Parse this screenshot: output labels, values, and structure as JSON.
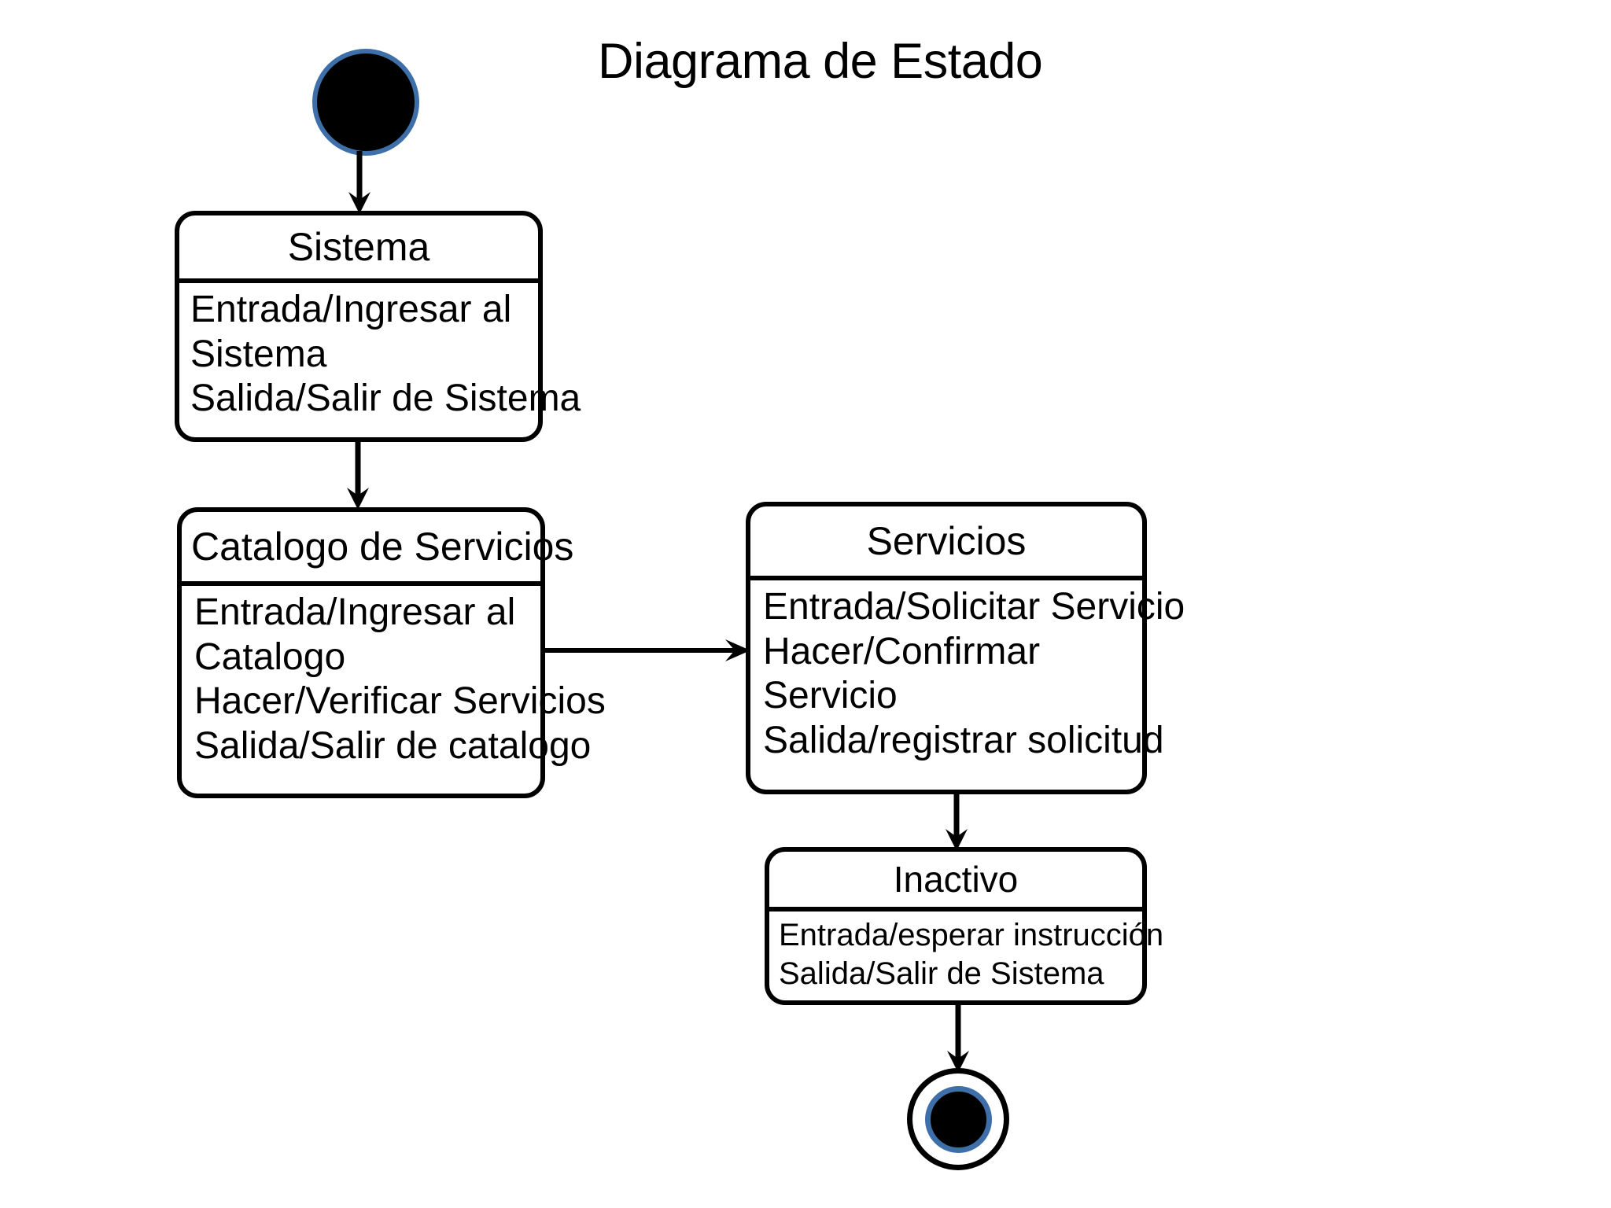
{
  "diagram": {
    "title": "Diagrama de Estado",
    "type": "uml-state-machine",
    "colors": {
      "stroke": "#000000",
      "fill": "#ffffff",
      "pseudostate_ring": "#3F6FA8",
      "pseudostate_fill": "#000000",
      "text": "#000000"
    },
    "pseudostates": [
      {
        "name": "initial-state",
        "kind": "initial"
      },
      {
        "name": "final-state",
        "kind": "final"
      }
    ],
    "states": [
      {
        "id": "sistema",
        "title": "Sistema",
        "lines": [
          "Entrada/Ingresar al",
          "Sistema",
          "Salida/Salir de Sistema"
        ]
      },
      {
        "id": "catalogo",
        "title": "Catalogo de Servicios",
        "lines": [
          "Entrada/Ingresar al",
          "Catalogo",
          "Hacer/Verificar Servicios",
          "Salida/Salir de catalogo"
        ]
      },
      {
        "id": "servicios",
        "title": "Servicios",
        "lines": [
          "Entrada/Solicitar Servicio",
          "Hacer/Confirmar",
          "Servicio",
          "Salida/registrar solicitud"
        ]
      },
      {
        "id": "inactivo",
        "title": "Inactivo",
        "lines": [
          "Entrada/esperar instrucción",
          "Salida/Salir de Sistema"
        ]
      }
    ],
    "transitions": [
      {
        "name": "initial-to-sistema",
        "from": "initial-state",
        "to": "sistema",
        "label": "",
        "direction": "down"
      },
      {
        "name": "sistema-to-catalogo",
        "from": "sistema",
        "to": "catalogo",
        "label": "",
        "direction": "down"
      },
      {
        "name": "catalogo-to-servicios",
        "from": "catalogo",
        "to": "servicios",
        "label": "",
        "direction": "right"
      },
      {
        "name": "servicios-to-inactivo",
        "from": "servicios",
        "to": "inactivo",
        "label": "",
        "direction": "down"
      },
      {
        "name": "inactivo-to-final",
        "from": "inactivo",
        "to": "final-state",
        "label": "",
        "direction": "down"
      }
    ]
  }
}
